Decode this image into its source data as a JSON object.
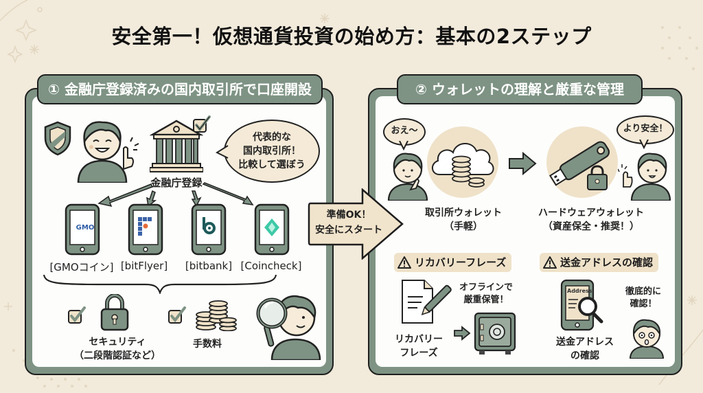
{
  "title": "安全第一！仮想通貨投資の始め方：基本の2ステップ",
  "colors": {
    "background": "#f2eadb",
    "panel_green": "#7e9384",
    "beige": "#efe2c9",
    "ink": "#1e1e1e",
    "gmo_blue": "#2f5da8",
    "bitflyer_blue": "#3b63a8",
    "bitflyer_orange": "#e56a3b",
    "bitbank_teal": "#1e5a5a",
    "coincheck_green": "#3ec9a7"
  },
  "step1": {
    "heading": "① 金融庁登録済みの国内取引所で口座開設",
    "bank_label": "金融庁登録",
    "speech_bubble": [
      "代表的な",
      "国内取引所！",
      "比較して選ぼう"
    ],
    "exchanges": [
      {
        "name": "[GMOコイン]",
        "logo_text": "GMO",
        "icon": "gmo-logo-icon"
      },
      {
        "name": "[bitFlyer]",
        "icon": "bitflyer-logo-icon"
      },
      {
        "name": "[bitbank]",
        "icon": "bitbank-logo-icon"
      },
      {
        "name": "[Coincheck]",
        "icon": "coincheck-logo-icon"
      }
    ],
    "criteria": [
      {
        "label_line1": "セキュリティ",
        "label_line2": "（二段階認証など）",
        "icon": "padlock-icon"
      },
      {
        "label_line1": "手数料",
        "icon": "coin-stack-icon"
      }
    ]
  },
  "transition_arrow": {
    "line1": "準備OK！",
    "line2": "安全にスタート"
  },
  "step2": {
    "heading": "② ウォレットの理解と厳重な管理",
    "bubble_left": "おえ〜",
    "bubble_right": "より安全！",
    "exchange_wallet": {
      "line1": "取引所ウォレット",
      "line2": "（手軽）"
    },
    "hardware_wallet": {
      "line1": "ハードウェアウォレット",
      "line2": "（資産保全・推奨！）"
    },
    "recovery": {
      "tag": "リカバリーフレーズ",
      "doc_label_line1": "リカバリー",
      "doc_label_line2": "フレーズ",
      "note_line1": "オフラインで",
      "note_line2": "厳重保管！"
    },
    "address": {
      "tag": "送金アドレスの確認",
      "screen_text": "Address",
      "label_line1": "送金アドレス",
      "label_line2": "の確認",
      "note_line1": "徹底的に",
      "note_line2": "確認！"
    }
  }
}
